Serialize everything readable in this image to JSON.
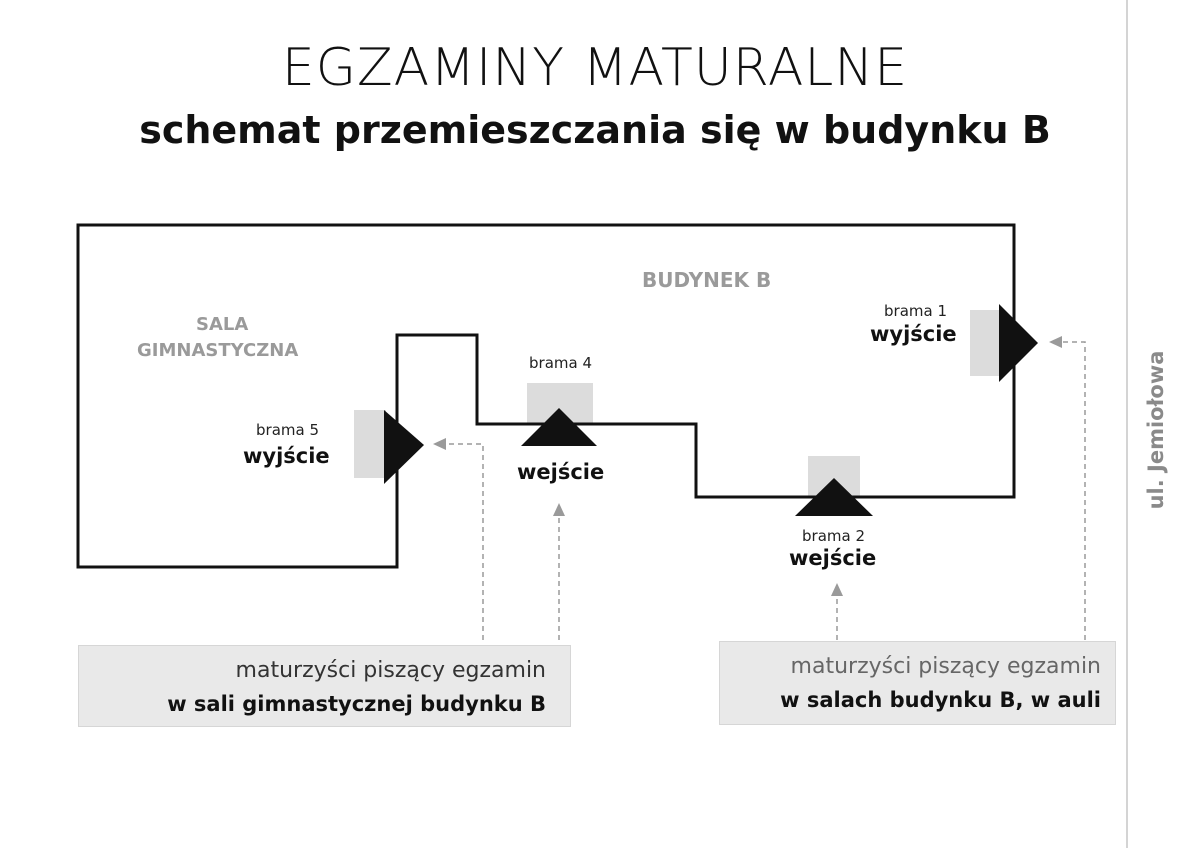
{
  "header": {
    "title": "EGZAMINY MATURALNE",
    "subtitle": "schemat przemieszczania się w budynku B"
  },
  "street": "ul. Jemiołowa",
  "building_label": "BUDYNEK B",
  "gym_label_line1": "SALA",
  "gym_label_line2": "GIMNASTYCZNA",
  "gates": [
    {
      "id": "brama-1",
      "name": "brama 1",
      "role": "wyjście"
    },
    {
      "id": "brama-4",
      "name": "brama 4",
      "role": "wejście"
    },
    {
      "id": "brama-5",
      "name": "brama 5",
      "role": "wyjście"
    },
    {
      "id": "brama-2",
      "name": "brama 2",
      "role": "wejście"
    }
  ],
  "legend_left": {
    "line1": "maturzyści piszący egzamin",
    "line2": "w sali gimnastycznej budynku B"
  },
  "legend_right": {
    "line1": "maturzyści piszący egzamin",
    "line2": "w salach budynku B, w auli"
  },
  "colors": {
    "outline": "#111111",
    "gate_block": "#dcdcdc",
    "arrow_dashed": "#9a9a9a",
    "label_gray": "#9a9a9a",
    "legend_bg": "#e9e9e9"
  }
}
